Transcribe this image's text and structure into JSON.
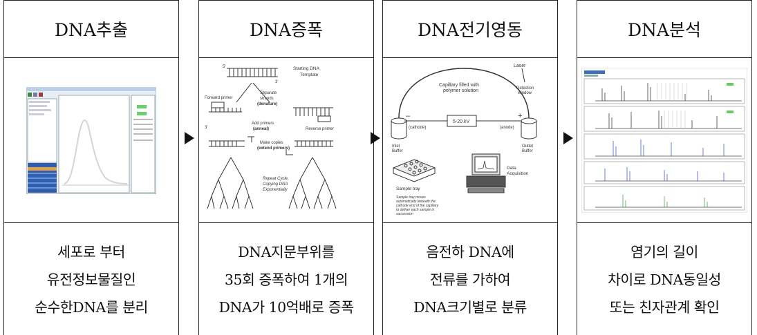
{
  "steps": [
    {
      "title": "DNA추출",
      "caption": [
        "세포로 부터",
        "유전정보물질인",
        "순수한DNA를 분리"
      ]
    },
    {
      "title": "DNA증폭",
      "caption": [
        "DNA지문부위를",
        "35회 증폭하여 1개의",
        "DNA가 10억배로 증폭"
      ]
    },
    {
      "title": "DNA전기영동",
      "caption": [
        "음전하 DNA에",
        "전류를 가하여",
        "DNA크기별로 분류"
      ]
    },
    {
      "title": "DNA분석",
      "caption": [
        "염기의 길이",
        "차이로 DNA동일성",
        "또는 친자관계 확인"
      ]
    }
  ],
  "pcr": {
    "starting": "Starting DNA",
    "template": "Template",
    "five": "5'",
    "three": "3'",
    "separate": "Separate",
    "strands": "strands",
    "denature": "(denature)",
    "forward": "Forward primer",
    "add_primers": "Add primers",
    "anneal": "(anneal)",
    "reverse": "Reverse primer",
    "make_copies": "Make copies",
    "extend": "(extend primers)",
    "repeat1": "Repeat Cycle,",
    "repeat2": "Copying DNA",
    "repeat3": "Exponentially"
  },
  "electro": {
    "laser": "Laser",
    "detection1": "Detection",
    "detection2": "window",
    "capillary1": "Capillary filled with",
    "capillary2": "polymer solution",
    "minus": "–",
    "plus": "+",
    "voltage": "5-20 kV",
    "cathode": "(cathode)",
    "anode": "(anode)",
    "inlet1": "Inlet",
    "inlet2": "Buffer",
    "outlet1": "Outlet",
    "outlet2": "Buffer",
    "tray": "Sample tray",
    "data1": "Data",
    "data2": "Acquisition",
    "note1": "Sample tray moves",
    "note2": "automatically beneath the",
    "note3": "cathode end of the capillary",
    "note4": "to deliver each sample in",
    "note5": "succession"
  }
}
